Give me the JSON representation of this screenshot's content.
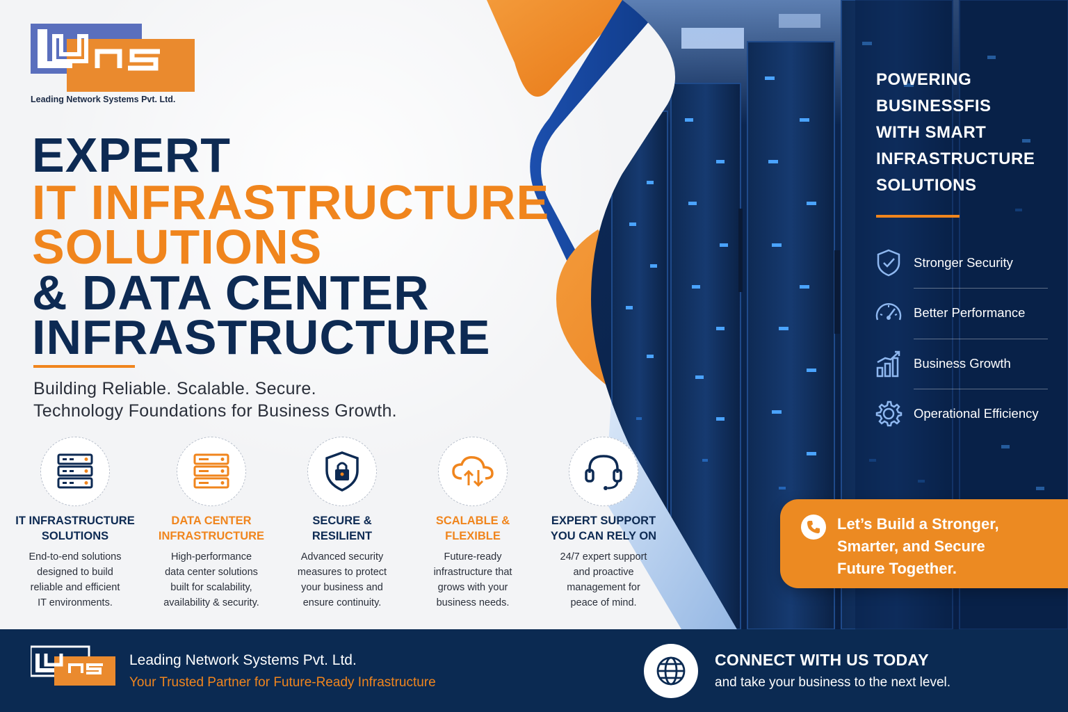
{
  "brand": {
    "caption": "Leading Network Systems Pvt. Ltd.",
    "colors": {
      "navy": "#0d2a53",
      "orange": "#f0851d",
      "slate_blue": "#5a6fbd"
    }
  },
  "headline": {
    "line1": "EXPERT",
    "line2": "IT INFRASTRUCTURE",
    "line3": "SOLUTIONS",
    "line4": "& DATA CENTER",
    "line5": "INFRASTRUCTURE"
  },
  "tagline": {
    "line1": "Building Reliable. Scalable. Secure.",
    "line2": "Technology Foundations for Business Growth."
  },
  "features": [
    {
      "icon": "server-rack-icon",
      "title": "IT INFRASTRUCTURE\nSOLUTIONS",
      "desc": "End-to-end solutions\ndesigned to build\nreliable and efficient\nIT environments."
    },
    {
      "icon": "data-center-icon",
      "title": "DATA CENTER\nINFRASTRUCTURE",
      "desc": "High-performance\ndata center solutions\nbuilt for scalability,\navailability & security."
    },
    {
      "icon": "shield-lock-icon",
      "title": "SECURE &\nRESILIENT",
      "desc": "Advanced security\nmeasures to protect\nyour business and\nensure continuity."
    },
    {
      "icon": "cloud-sync-icon",
      "title": "SCALABLE &\nFLEXIBLE",
      "desc": "Future-ready\ninfrastructure that\ngrows with your\nbusiness needs."
    },
    {
      "icon": "headset-icon",
      "title": "EXPERT SUPPORT\nYOU CAN RELY ON",
      "desc": "24/7 expert support\nand proactive\nmanagement for\npeace of mind."
    }
  ],
  "side_panel": {
    "heading": "POWERING\nBUSINESSFIS\nWITH SMART\nINFRASTRUCTURE\nSOLUTIONS",
    "benefits": [
      {
        "icon": "shield-check-icon",
        "label": "Stronger Security"
      },
      {
        "icon": "speedometer-icon",
        "label": "Better Performance"
      },
      {
        "icon": "bar-chart-icon",
        "label": "Business Growth"
      },
      {
        "icon": "gear-icon",
        "label": "Operational Efficiency"
      }
    ]
  },
  "cta": {
    "icon": "phone-icon",
    "text": "Let’s Build a Stronger,\nSmarter, and Secure\nFuture Together."
  },
  "footer": {
    "company": "Leading Network Systems Pvt. Ltd.",
    "tagline": "Your Trusted Partner for Future-Ready Infrastructure",
    "connect_icon": "globe-icon",
    "connect_title": "CONNECT WITH US TODAY",
    "connect_sub": "and take your business to the next level."
  }
}
